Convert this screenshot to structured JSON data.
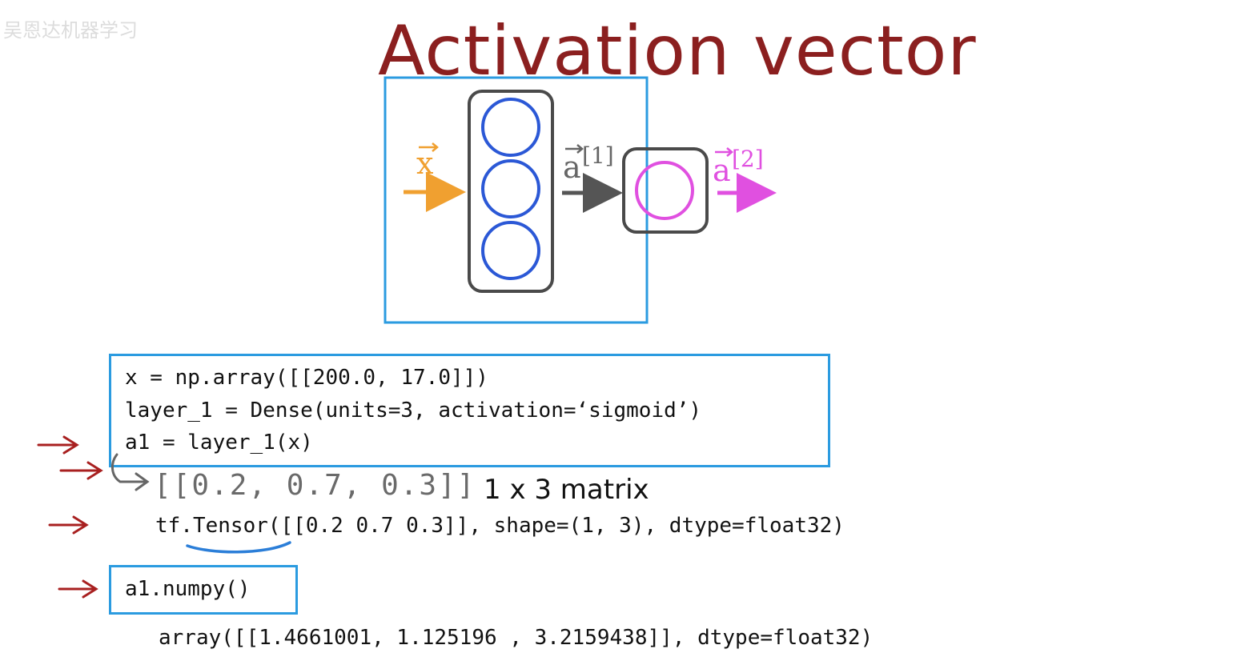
{
  "watermark": "吴恩达机器学习",
  "title": "Activation vector",
  "diagram": {
    "input_label": "x",
    "hidden_label": "a",
    "hidden_sup": "[1]",
    "output_label": "a",
    "output_sup": "[2]",
    "colors": {
      "input": "#f0a030",
      "hidden_arrow": "#555555",
      "output": "#e050e0",
      "neuron": "#2b58d6",
      "layer_box": "#4a4a4a",
      "highlight": "#2b9be0",
      "title": "#8b1f1f",
      "annotation": "#a82020"
    }
  },
  "code_block": {
    "line1": "x = np.array([[200.0, 17.0]])",
    "line2": "layer_1 = Dense(units=3, activation=‘sigmoid’)",
    "line3": "a1 = layer_1(x)"
  },
  "handwritten_value": "[[0.2, 0.7, 0.3]]",
  "matrix_label": "1 x 3 matrix",
  "tensor_line": "tf.Tensor([[0.2 0.7 0.3]], shape=(1, 3), dtype=float32)",
  "numpy_call": "a1.numpy()",
  "numpy_output": "array([[1.4661001, 1.125196 , 3.2159438]], dtype=float32)"
}
